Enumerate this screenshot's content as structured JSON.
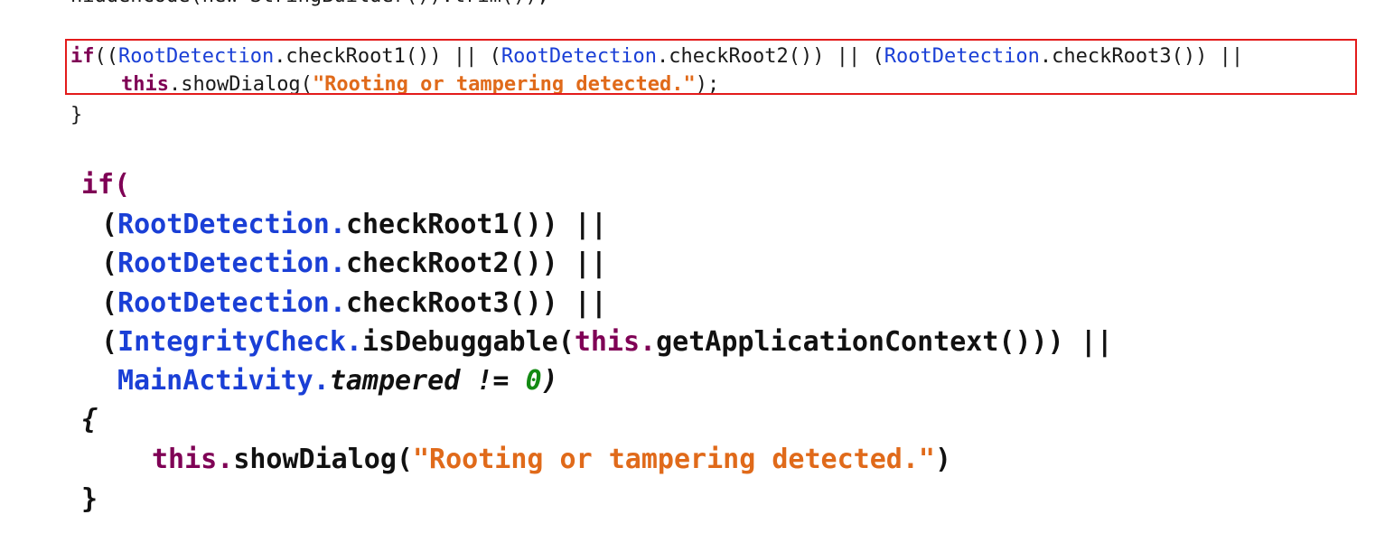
{
  "top": {
    "cut_line": "hiddenCode(new StringBuilder()).trim());",
    "line1": {
      "kw_if": "if",
      "p1": "((",
      "c1": "RootDetection",
      "m1": ".checkRoot1()) || (",
      "c2": "RootDetection",
      "m2": ".checkRoot2()) || (",
      "c3": "RootDetection",
      "m3": ".checkRoot3()) ||"
    },
    "line2": {
      "kw_this": "this",
      "call": ".showDialog(",
      "str": "\"Rooting or tampering detected.\"",
      "end": ");"
    },
    "brace": "}"
  },
  "big": {
    "if_open": {
      "kw": "if",
      "paren": "("
    },
    "cond1": {
      "open": "(",
      "cls": "RootDetection.",
      "rest": "checkRoot1()) ||"
    },
    "cond2": {
      "open": "(",
      "cls": "RootDetection.",
      "rest": "checkRoot2()) ||"
    },
    "cond3": {
      "open": "(",
      "cls": "RootDetection.",
      "rest": "checkRoot3()) ||"
    },
    "cond4": {
      "open": "(",
      "cls": "IntegrityCheck.",
      "m": "isDebuggable(",
      "kw_this": "this.",
      "rest": "getApplicationContext())) ||"
    },
    "cond5": {
      "cls": "MainActivity.",
      "field": "tampered != ",
      "num": "0",
      "close": ")"
    },
    "brace_open": "{",
    "body": {
      "kw_this": "this.",
      "call": "showDialog(",
      "str": "\"Rooting or tampering detected.\"",
      "close": ")"
    },
    "brace_close": "}"
  },
  "colors": {
    "keyword": "#7f0055",
    "class": "#1a3fd6",
    "string": "#e06a1a",
    "number": "#138a13",
    "highlight_border": "#e31b1b"
  }
}
